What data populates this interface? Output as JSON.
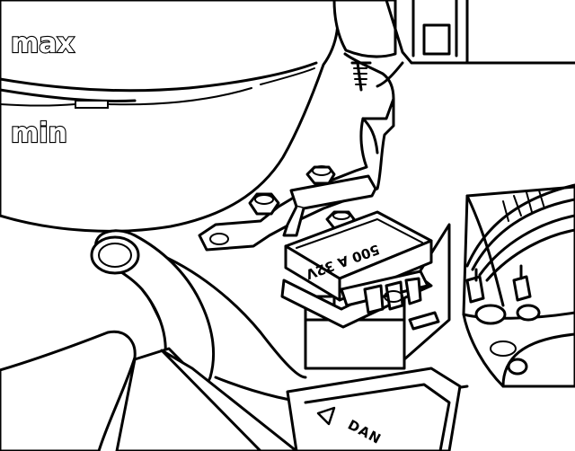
{
  "reservoir": {
    "max_label": "max",
    "min_label": "min"
  },
  "fuse": {
    "rating_text": "500 A 32V"
  },
  "warning_label": {
    "text": "DAN"
  },
  "palette": {
    "line": "#000000",
    "background": "#ffffff"
  }
}
